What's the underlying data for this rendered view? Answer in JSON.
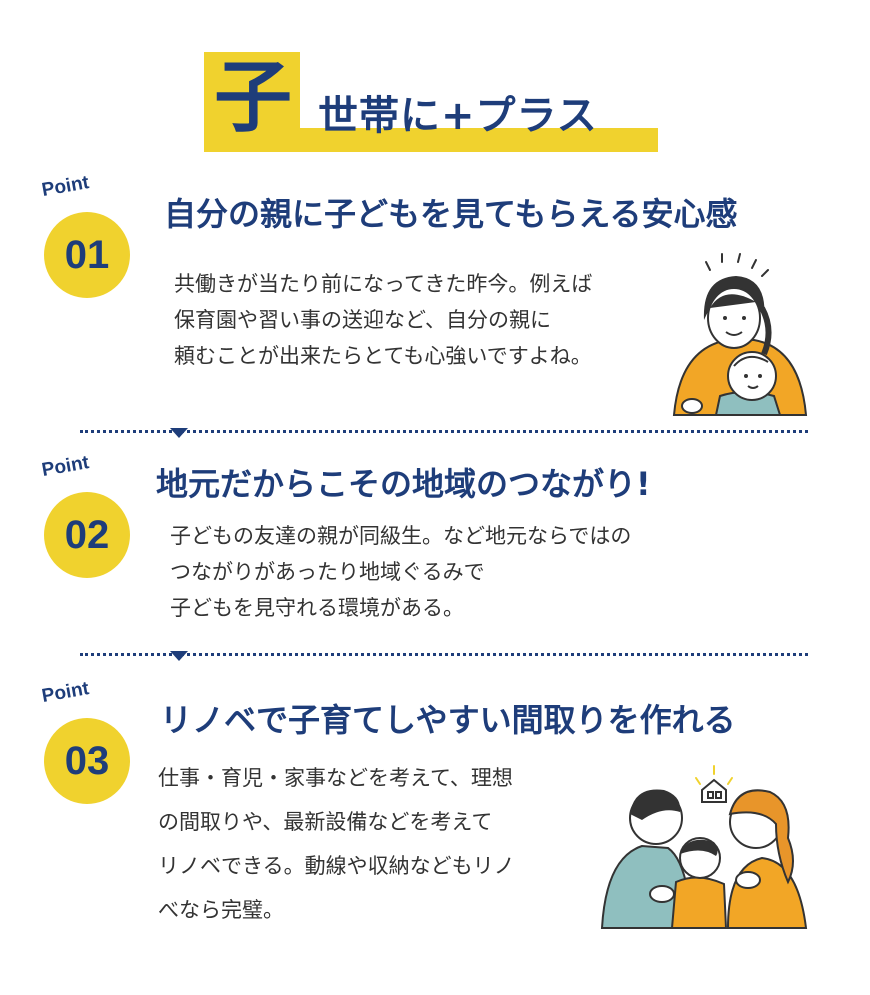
{
  "header": {
    "kanji": "子",
    "title": "世帯に+プラス"
  },
  "points": [
    {
      "label": "Point",
      "number": "01",
      "heading": "自分の親に子どもを見てもらえる安心感",
      "lines": [
        "共働きが当たり前になってきた昨今。例えば",
        "保育園や習い事の送迎など、自分の親に",
        "頼むことが出来たらとても心強いですよね。"
      ]
    },
    {
      "label": "Point",
      "number": "02",
      "heading": "地元だからこその地域のつながり!",
      "lines": [
        "子どもの友達の親が同級生。など地元ならではの",
        "つながりがあったり地域ぐるみで",
        "子どもを見守れる環境がある。"
      ]
    },
    {
      "label": "Point",
      "number": "03",
      "heading": "リノベで子育てしやすい間取りを作れる",
      "lines": [
        "仕事・育児・家事などを考えて、理想",
        "の間取りや、最新設備などを考えて",
        "リノベできる。動線や収納などもリノ",
        "べなら完璧。"
      ]
    }
  ],
  "colors": {
    "navy": "#1e3d7a",
    "yellow": "#f0d22e",
    "orange": "#f2a626",
    "teal": "#8fbfbf"
  },
  "illustrations": [
    "mother-with-baby-illustration",
    "family-hug-illustration"
  ]
}
